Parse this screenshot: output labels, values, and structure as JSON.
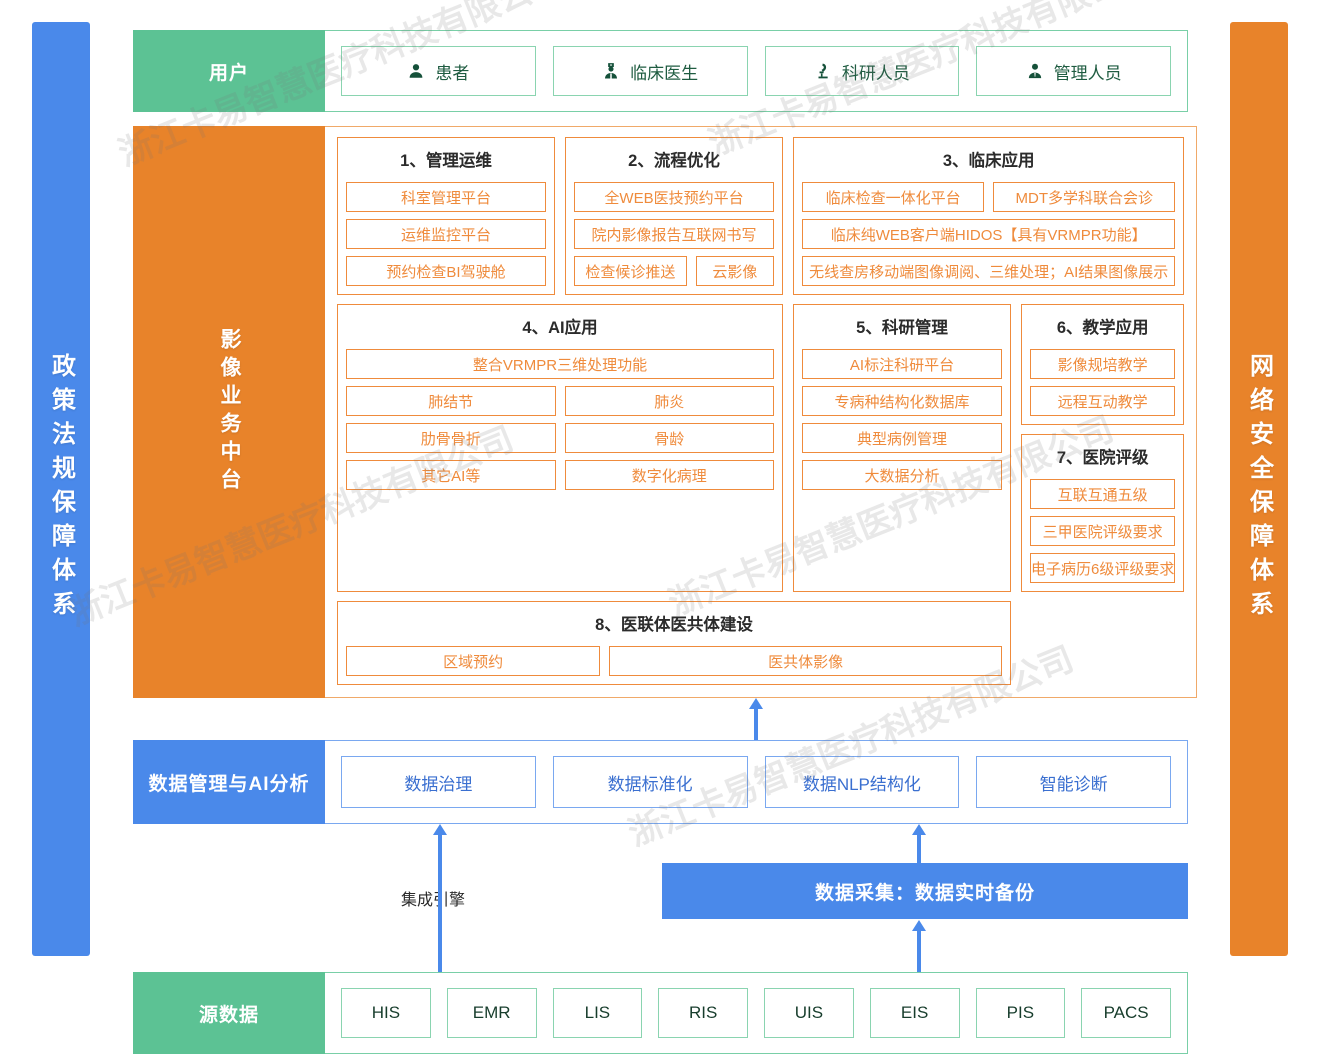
{
  "sides": {
    "left_label": "政策法规保障体系",
    "right_label": "网络安全保障体系"
  },
  "watermark": "浙江卡易智慧医疗科技有限公司",
  "colors": {
    "green": "#5cc294",
    "orange": "#e8832a",
    "blue": "#4a89ea",
    "orange_line": "#ef8b3c",
    "green_line": "#8ad4b0"
  },
  "user_row": {
    "label": "用户",
    "items": [
      {
        "icon": "person-icon",
        "label": "患者"
      },
      {
        "icon": "doctor-icon",
        "label": "临床医生"
      },
      {
        "icon": "microscope-icon",
        "label": "科研人员"
      },
      {
        "icon": "manager-icon",
        "label": "管理人员"
      }
    ]
  },
  "platform": {
    "label": "影像业务中台",
    "band1": [
      {
        "title": "1、管理运维",
        "rows": [
          [
            "科室管理平台"
          ],
          [
            "运维监控平台"
          ],
          [
            "预约检查BI驾驶舱"
          ]
        ]
      },
      {
        "title": "2、流程优化",
        "rows": [
          [
            "全WEB医技预约平台"
          ],
          [
            "院内影像报告互联网书写"
          ],
          [
            "检查候诊推送",
            "云影像"
          ]
        ]
      },
      {
        "title": "3、临床应用",
        "rows": [
          [
            "临床检查一体化平台",
            "MDT多学科联合会诊"
          ],
          [
            "临床纯WEB客户端HIDOS【具有VRMPR功能】"
          ],
          [
            "无线查房移动端图像调阅、三维处理；AI结果图像展示"
          ]
        ]
      }
    ],
    "band2": [
      {
        "title": "4、AI应用",
        "rows": [
          [
            "整合VRMPR三维处理功能"
          ],
          [
            "肺结节",
            "肺炎"
          ],
          [
            "肋骨骨折",
            "骨龄"
          ],
          [
            "其它AI等",
            "数字化病理"
          ]
        ]
      },
      {
        "title": "5、科研管理",
        "rows": [
          [
            "AI标注科研平台"
          ],
          [
            "专病种结构化数据库"
          ],
          [
            "典型病例管理"
          ],
          [
            "大数据分析"
          ]
        ]
      },
      {
        "title": "6、教学应用",
        "rows": [
          [
            "影像规培教学"
          ],
          [
            "远程互动教学"
          ]
        ]
      },
      {
        "title": "7、医院评级",
        "rows": [
          [
            "互联互通五级"
          ],
          [
            "三甲医院评级要求"
          ],
          [
            "电子病历6级评级要求"
          ]
        ]
      }
    ],
    "band3": {
      "title": "8、医联体医共体建设",
      "rows": [
        [
          "区域预约",
          "医共体影像"
        ]
      ]
    }
  },
  "data_mgmt": {
    "label": "数据管理与AI分析",
    "items": [
      "数据治理",
      "数据标准化",
      "数据NLP结构化",
      "智能诊断"
    ]
  },
  "middle": {
    "collect_bar": "数据采集：数据实时备份",
    "engine_label": "集成引擎"
  },
  "source_row": {
    "label": "源数据",
    "items": [
      "HIS",
      "EMR",
      "LIS",
      "RIS",
      "UIS",
      "EIS",
      "PIS",
      "PACS"
    ]
  }
}
